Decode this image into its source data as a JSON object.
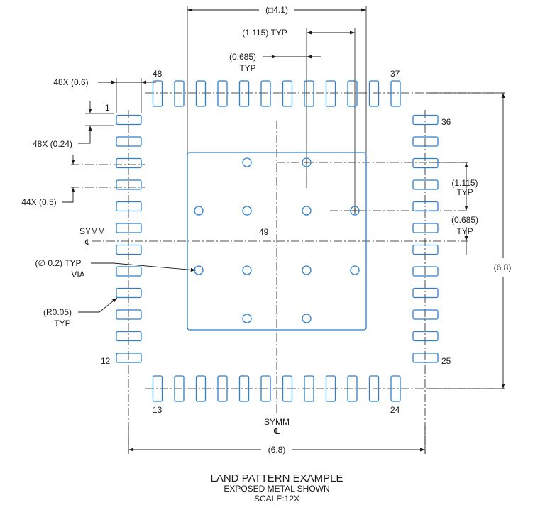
{
  "colors": {
    "pad": "#2a7fd4",
    "line": "#1a1a1a",
    "background": "#ffffff"
  },
  "pads": {
    "count": 48,
    "corner_pins": {
      "top_left": "48",
      "top_right": "37",
      "left_top": "1",
      "left_bottom": "12",
      "bottom_left": "13",
      "bottom_right": "24",
      "right_bottom": "25",
      "right_top": "36"
    }
  },
  "thermal_pad": {
    "label": "49"
  },
  "dimensions": {
    "body": "(□4.1)",
    "via_pitch_x": "(1.115) TYP",
    "via_offset_x_value": "(0.685)",
    "via_offset_x_typ": "TYP",
    "pad_length": "48X (0.6)",
    "pad_width": "48X (0.24)",
    "pad_pitch": "44X (0.5)",
    "via_pitch_y_value": "(1.115)",
    "via_pitch_y_typ": "TYP",
    "via_offset_y_value": "(0.685)",
    "via_offset_y_typ": "TYP",
    "overall_height": "(6.8)",
    "overall_width": "(6.8)",
    "via_value": "(∅ 0.2) TYP",
    "via_name": "VIA",
    "radius_value": "(R0.05)",
    "radius_typ": "TYP"
  },
  "symm": {
    "text": "SYMM",
    "symbol": "℄"
  },
  "caption": {
    "title": "LAND PATTERN EXAMPLE",
    "subtitle": "EXPOSED METAL SHOWN",
    "scale": "SCALE:12X"
  }
}
